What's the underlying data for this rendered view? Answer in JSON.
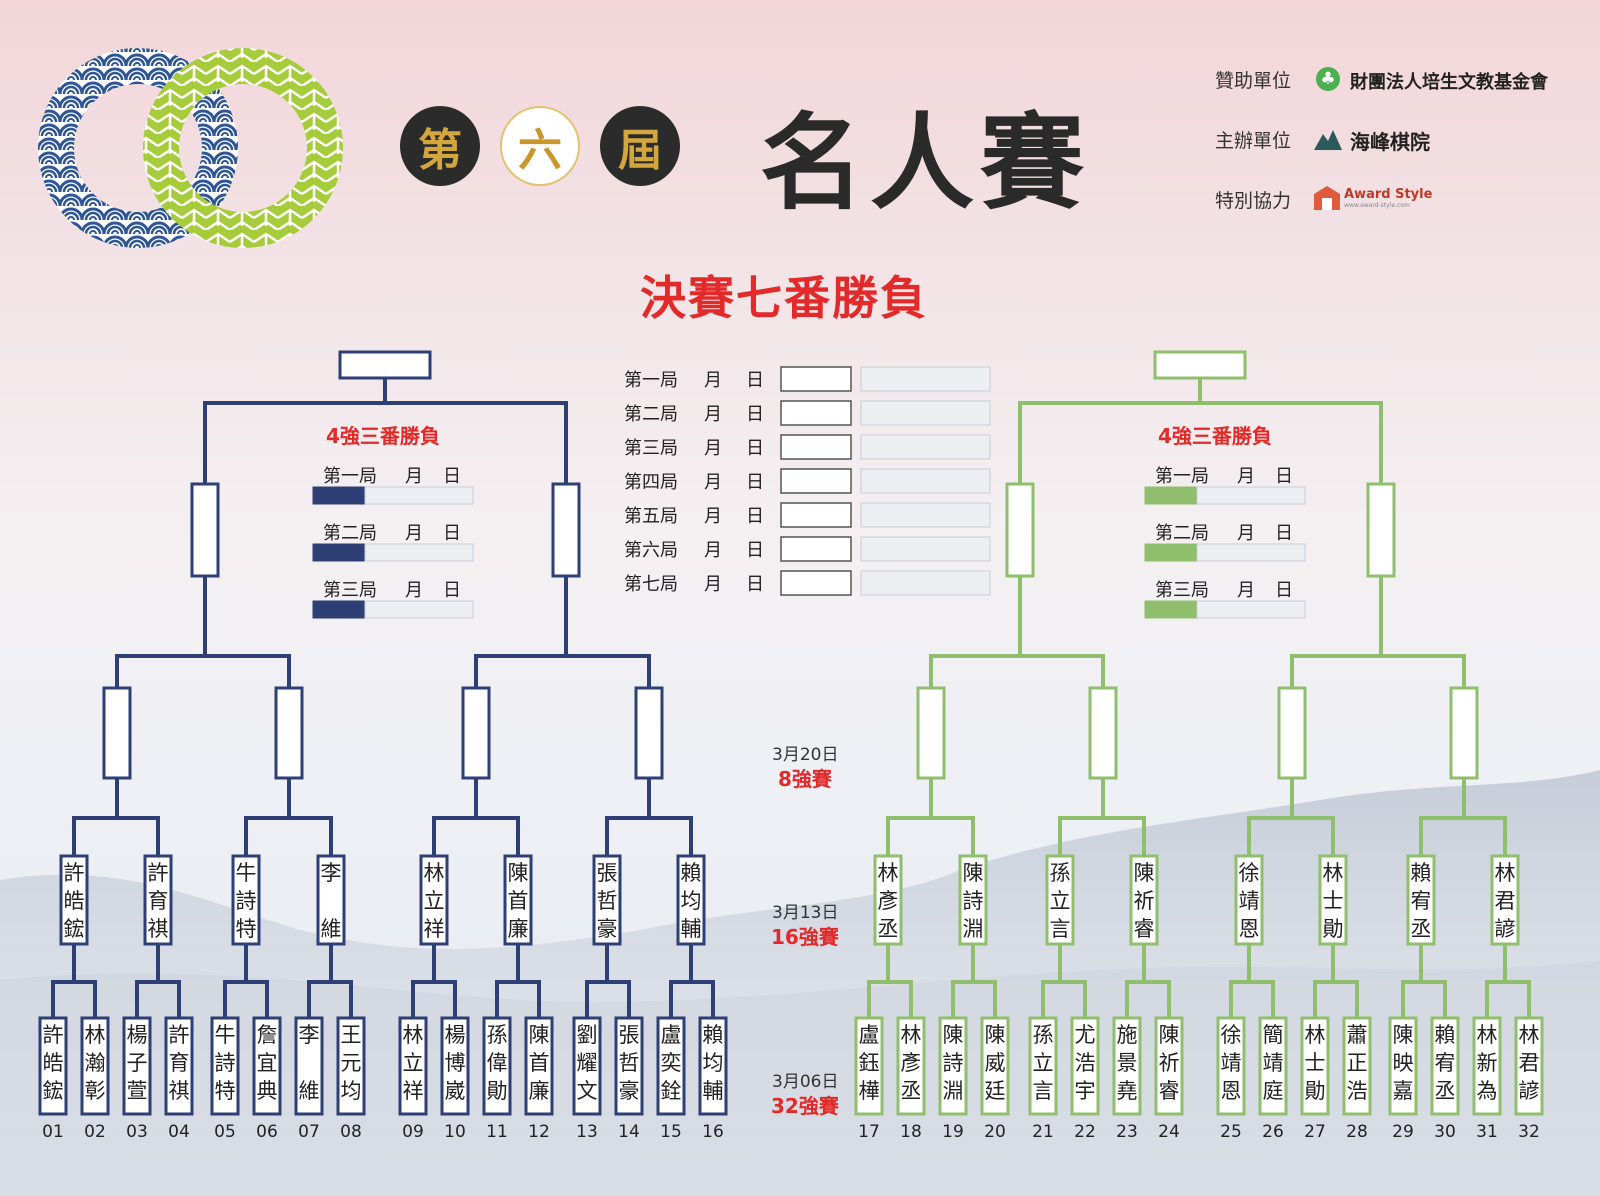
{
  "header": {
    "edition_chars": [
      "第",
      "六",
      "屆"
    ],
    "title": "名人賽",
    "sponsors": [
      {
        "label": "贊助單位",
        "name": "財團法人培生文教基金會"
      },
      {
        "label": "主辦單位",
        "name": "海峰棋院"
      },
      {
        "label": "特別協力",
        "name": "Award Style"
      }
    ],
    "award_style_url": "www.award-style.com"
  },
  "final": {
    "title": "決賽七番勝負",
    "games": [
      "第一局",
      "第二局",
      "第三局",
      "第四局",
      "第五局",
      "第六局",
      "第七局"
    ],
    "month": "月",
    "day": "日"
  },
  "semifinal": {
    "label": "4強三番勝負",
    "games": [
      "第一局",
      "第二局",
      "第三局"
    ]
  },
  "rounds": [
    {
      "date": "3月20日",
      "label": "8強賽"
    },
    {
      "date": "3月13日",
      "label": "16強賽"
    },
    {
      "date": "3月06日",
      "label": "32強賽"
    }
  ],
  "round16_names": [
    "許皓鋐",
    "許育祺",
    "牛詩特",
    "李 維",
    "林立祥",
    "陳首廉",
    "張哲豪",
    "賴均輔",
    "林彥丞",
    "陳詩淵",
    "孫立言",
    "陳祈睿",
    "徐靖恩",
    "林士勛",
    "賴宥丞",
    "林君諺"
  ],
  "round32_names": [
    "許皓鋐",
    "林瀚彰",
    "楊子萱",
    "許育祺",
    "牛詩特",
    "詹宜典",
    "李 維",
    "王元均",
    "林立祥",
    "楊博崴",
    "孫偉勛",
    "陳首廉",
    "劉耀文",
    "張哲豪",
    "盧奕銓",
    "賴均輔",
    "盧鈺樺",
    "林彥丞",
    "陳詩淵",
    "陳威廷",
    "孫立言",
    "尤浩宇",
    "施景堯",
    "陳祈睿",
    "徐靖恩",
    "簡靖庭",
    "林士勛",
    "蕭正浩",
    "陳映嘉",
    "賴宥丞",
    "林新為",
    "林君諺"
  ],
  "seeds": [
    "01",
    "02",
    "03",
    "04",
    "05",
    "06",
    "07",
    "08",
    "09",
    "10",
    "11",
    "12",
    "13",
    "14",
    "15",
    "16",
    "17",
    "18",
    "19",
    "20",
    "21",
    "22",
    "23",
    "24",
    "25",
    "26",
    "27",
    "28",
    "29",
    "30",
    "31",
    "32"
  ],
  "colors": {
    "left": "#2e3f75",
    "right": "#8fbe6c",
    "accent": "#e32a2a"
  }
}
